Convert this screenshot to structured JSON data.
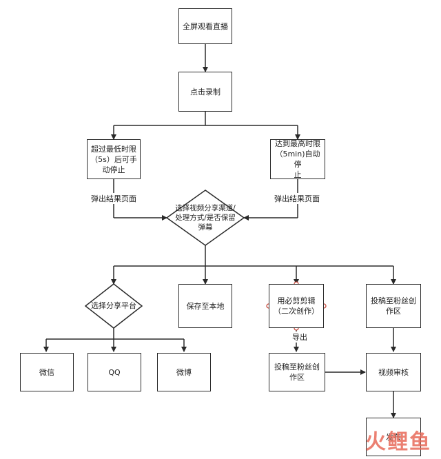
{
  "nodes": {
    "fullscreen": "全屏观看直播",
    "click_record": "点击录制",
    "min_stop": "超过最低时限\n（5s）后可手\n动停止",
    "max_stop": "达到最高时限\n（5min)自动停\n止",
    "choose_channel": "选择视频分享渠道/\n处理方式/是否保留\n弹幕",
    "choose_platform": "选择分享平台",
    "save_local": "保存至本地",
    "bijian_edit": "用必剪剪辑\n（二次创作）",
    "post_fans_1": "投稿至粉丝创\n作区",
    "wechat": "微信",
    "qq": "QQ",
    "weibo": "微博",
    "post_fans_2": "投稿至粉丝创\n作区",
    "video_review": "视频审核",
    "publish": "发布"
  },
  "edge_labels": {
    "result_left": "弹出结果页面",
    "result_right": "弹出结果页面",
    "export": "导出"
  },
  "watermark": "火鲤鱼"
}
